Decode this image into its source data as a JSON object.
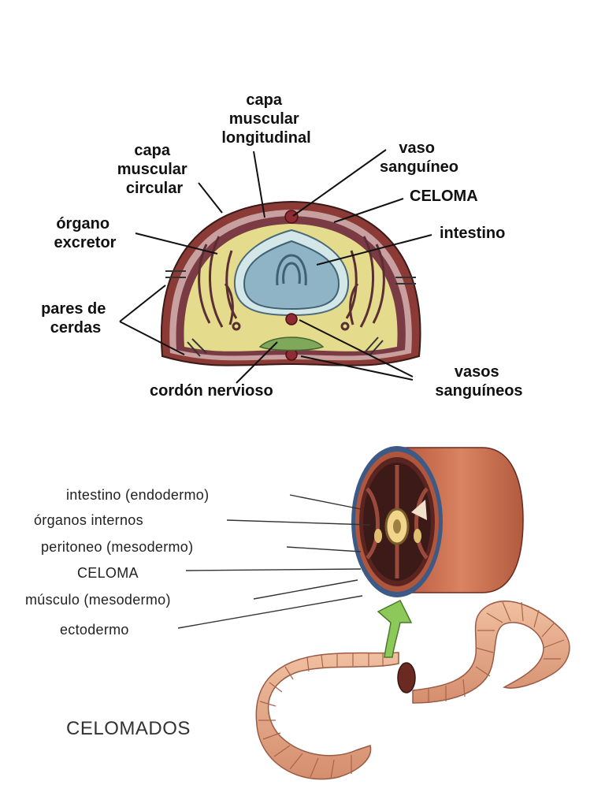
{
  "cross_section": {
    "labels": {
      "capa_longitudinal": [
        "capa",
        "muscular",
        "longitudinal"
      ],
      "capa_circular": [
        "capa",
        "muscular",
        "circular"
      ],
      "vaso_sanguineo": [
        "vaso",
        "sanguíneo"
      ],
      "celoma": "CELOMA",
      "organo_excretor": [
        "órgano",
        "excretor"
      ],
      "intestino": "intestino",
      "pares_cerdas": [
        "pares de",
        "cerdas"
      ],
      "cordon_nervioso": "cordón nervioso",
      "vasos_sanguineos": [
        "vasos",
        "sanguíneos"
      ]
    }
  },
  "worm": {
    "labels": {
      "intestino_endodermo": "intestino (endodermo)",
      "organos_internos": "órganos internos",
      "peritoneo": "peritoneo (mesodermo)",
      "celoma": "CELOMA",
      "musculo": "músculo (mesodermo)",
      "ectodermo": "ectodermo"
    },
    "title": "CELOMADOS"
  },
  "colors": {
    "body_wall": "#8b3a35",
    "coelom": "#e4dc8c",
    "intestine": "#8fb4c6",
    "worm_skin": "#e0a88a",
    "arrow": "#8cc85a"
  }
}
